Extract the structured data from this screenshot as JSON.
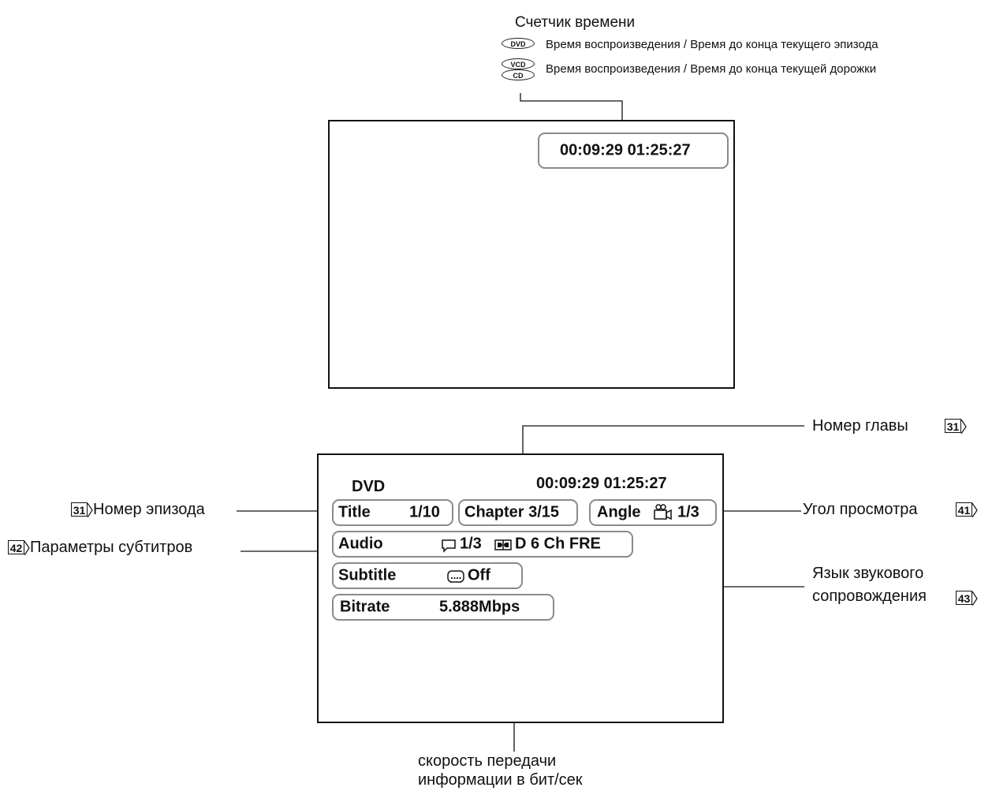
{
  "top": {
    "heading": "Счетчик времени",
    "dvd_badge": "DVD",
    "vcd_badge": "VCD",
    "cd_badge": "CD",
    "dvd_desc": "Время воспроизведения / Время до конца текущего эпизода",
    "vcd_cd_desc": "Время воспроизведения / Время до конца текущей дорожки",
    "screen_time": "00:09:29 01:25:27"
  },
  "bottom": {
    "disc_type": "DVD",
    "time": "00:09:29 01:25:27",
    "title_label": "Title",
    "title_value": "1/10",
    "chapter_label": "Chapter 3/15",
    "angle_label": "Angle",
    "angle_value": "1/3",
    "audio_label": "Audio",
    "audio_value": "1/3",
    "audio_format": "D 6 Ch FRE",
    "subtitle_label": "Subtitle",
    "subtitle_value": "Off",
    "bitrate_label": "Bitrate",
    "bitrate_value": "5.888Mbps"
  },
  "callouts": {
    "chapter_number": "Номер главы",
    "chapter_ref": "31",
    "title_number": "Номер эпизода",
    "title_ref": "31",
    "angle": "Угол просмотра",
    "angle_ref": "41",
    "subtitle_params": "Параметры субтитров",
    "subtitle_ref": "42",
    "audio_lang_line1": "Язык звукового",
    "audio_lang_line2": "сопровождения",
    "audio_ref": "43",
    "bitrate_line1": "скорость передачи",
    "bitrate_line2": "информации в бит/сек"
  },
  "icons": [
    "disc-dvd-icon",
    "disc-vcd-icon",
    "disc-cd-icon",
    "speech-bubble-icon",
    "dolby-digital-icon",
    "subtitle-icon",
    "camera-angle-icon",
    "ref-arrow-icon"
  ]
}
